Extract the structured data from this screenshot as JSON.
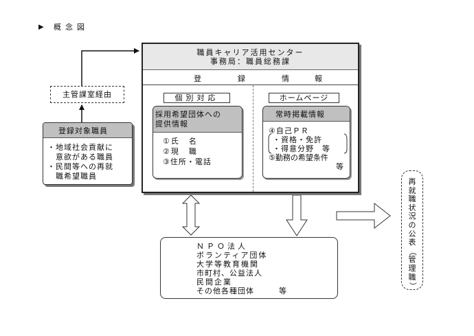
{
  "header": {
    "marker": "▶",
    "title": "概念図"
  },
  "center": {
    "title": "職員キャリア活用センター",
    "subtitle": "事務局：職員総務課",
    "register_words": [
      "登",
      "録",
      "情",
      "報"
    ],
    "tab_individual": "個別対応",
    "tab_homepage": "ホームページ",
    "individual": {
      "heading_lines": [
        "採用希望団体への",
        "提供情報"
      ],
      "items": [
        "①氏　名",
        "②現　職",
        "③住所・電話"
      ]
    },
    "homepage": {
      "heading": "常時掲載情報",
      "lines": [
        "④自己ＰＲ",
        "・資格・免許",
        "・得意分野　等",
        "⑤勤務の希望条件",
        "等"
      ]
    }
  },
  "via": "主管課室経由",
  "target": {
    "heading": "登録対象職員",
    "lines": [
      "・地域社会貢献に",
      "　意欲がある職員",
      "・民間等への再就",
      "　職希望職員"
    ]
  },
  "partners": {
    "lines": [
      "ＮＰＯ法人",
      "ボランティア団体",
      "大学等教育機関",
      "市町村、公益法人",
      "民間企業",
      "その他各種団体　　　等"
    ]
  },
  "publish": {
    "text": "再就職状況の公表（管理職）"
  }
}
